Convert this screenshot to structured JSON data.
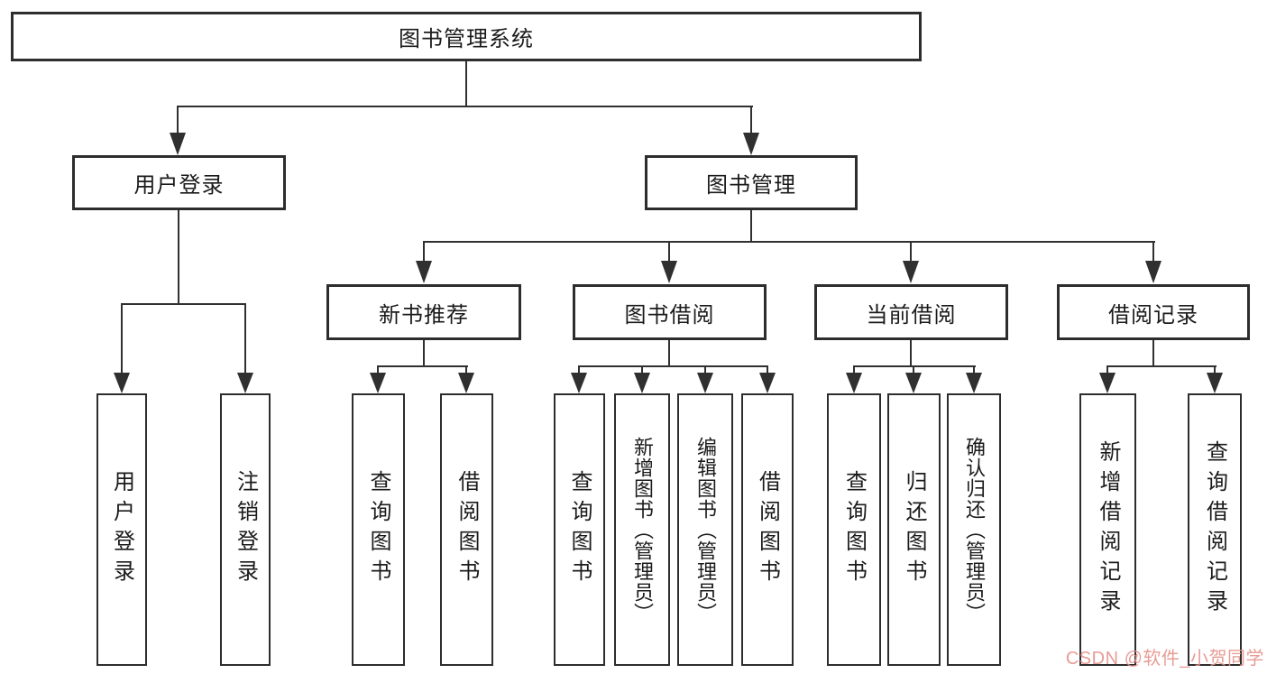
{
  "diagram": {
    "root": {
      "label": "图书管理系统"
    },
    "level1": [
      {
        "label": "用户登录"
      },
      {
        "label": "图书管理"
      }
    ],
    "level2": [
      {
        "label": "新书推荐"
      },
      {
        "label": "图书借阅"
      },
      {
        "label": "当前借阅"
      },
      {
        "label": "借阅记录"
      }
    ],
    "leaves": {
      "user": [
        "用户登录",
        "注销登录"
      ],
      "newbook": [
        "查询图书",
        "借阅图书"
      ],
      "borrow": [
        "查询图书",
        "新增图书（管理员）",
        "编辑图书（管理员）",
        "借阅图书"
      ],
      "current": [
        "查询图书",
        "归还图书",
        "确认归还（管理员）"
      ],
      "record": [
        "新增借阅记录",
        "查询借阅记录"
      ]
    },
    "watermark": "CSDN @软件_小贺同学",
    "colors": {
      "line": "#303030",
      "border": "#2d2d2d",
      "text": "#1b1b1b",
      "watermark": "#e6918a",
      "background": "#ffffff"
    }
  }
}
